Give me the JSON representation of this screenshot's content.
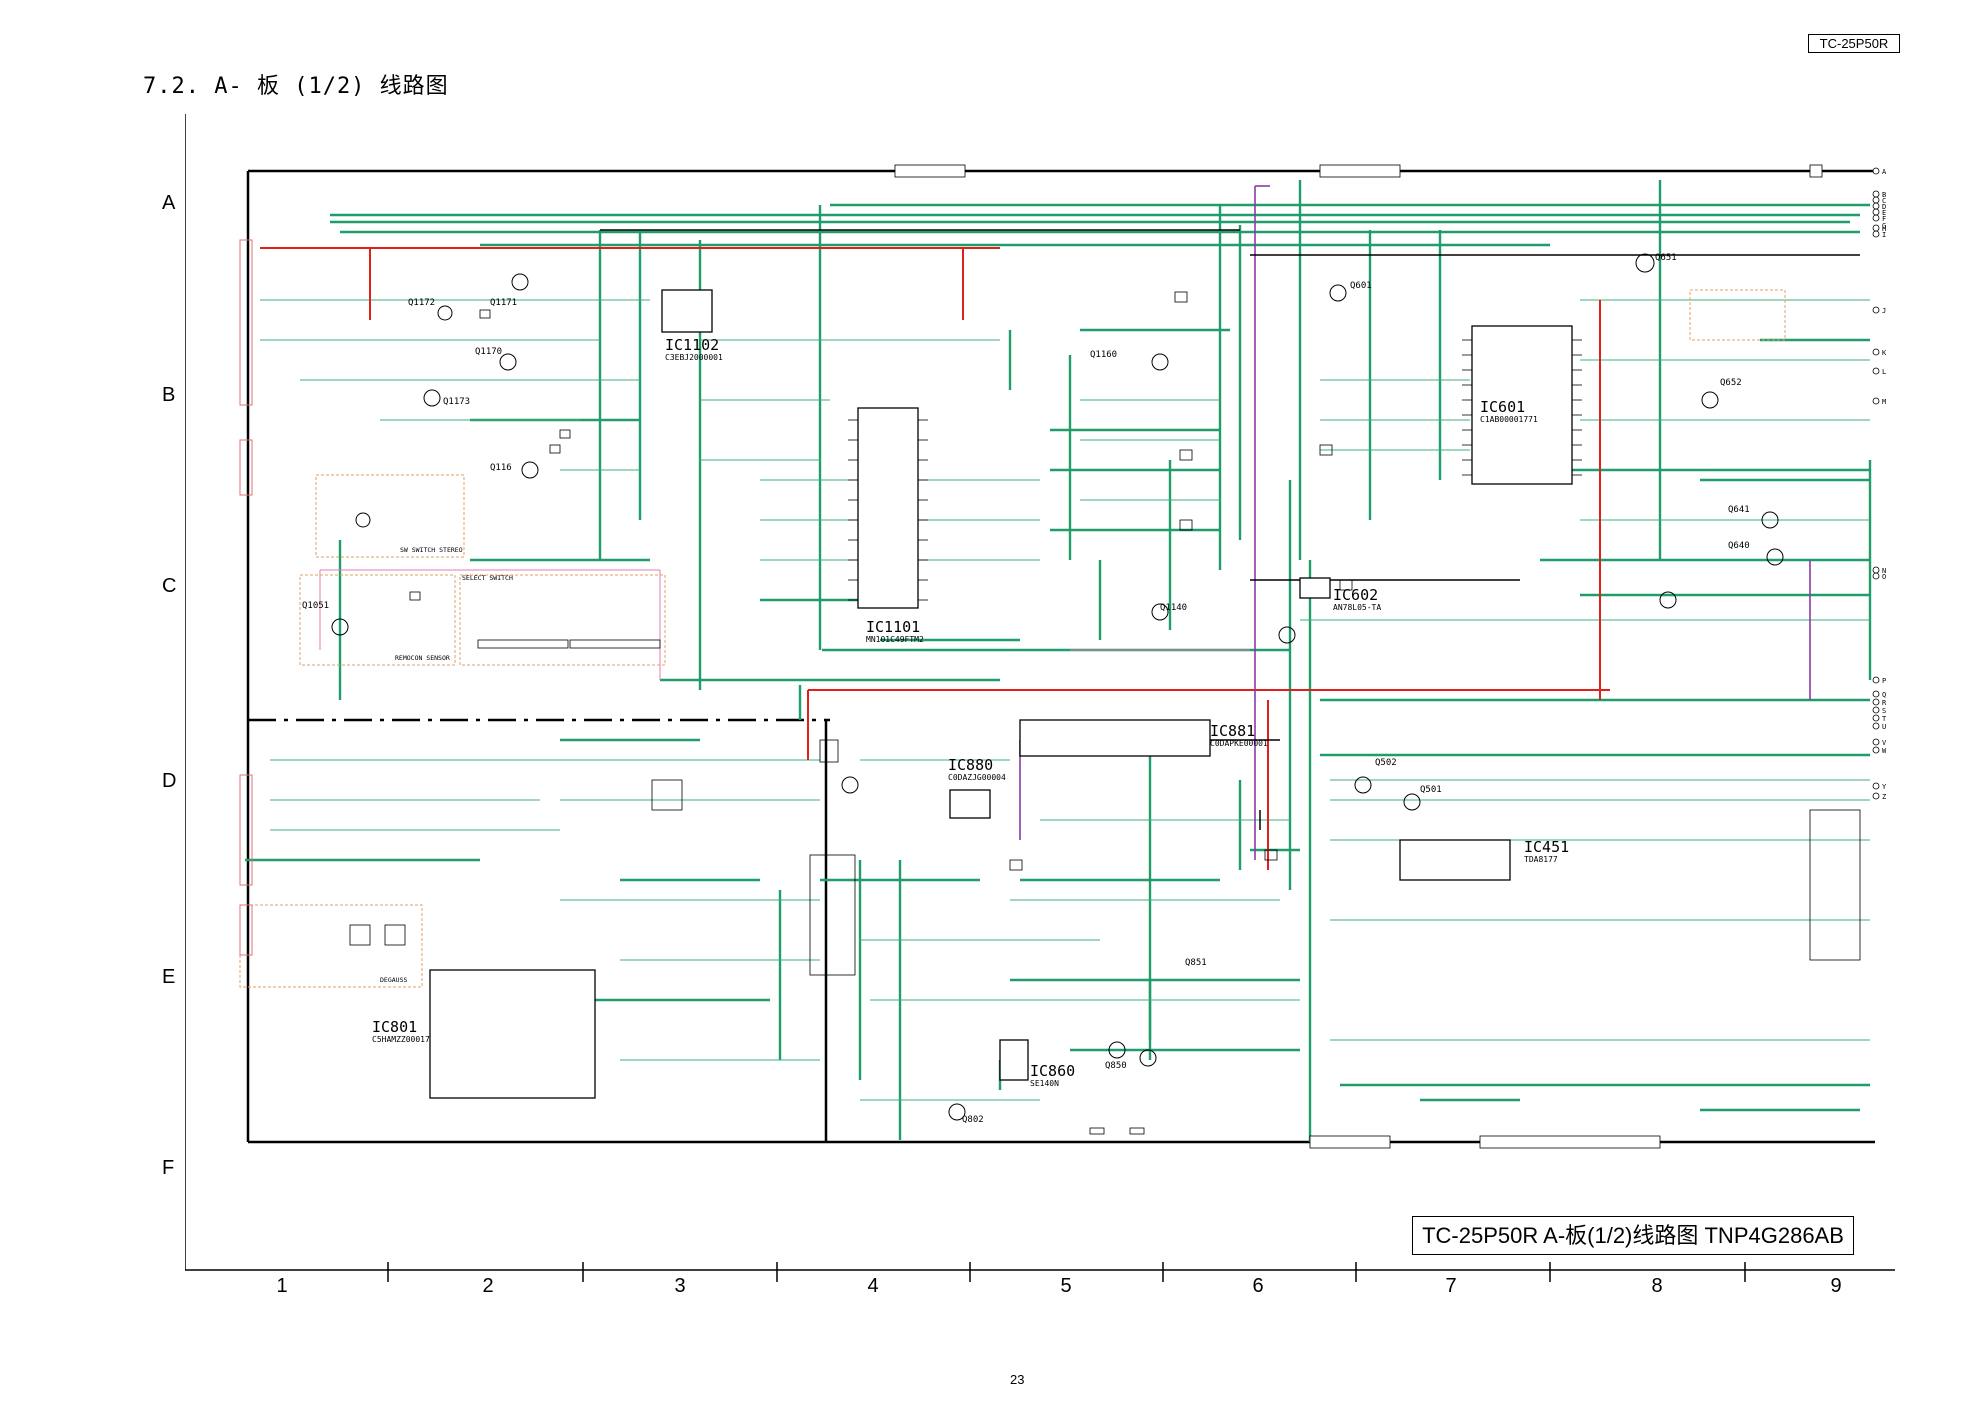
{
  "header": {
    "model_box": "TC-25P50R",
    "section_title": "7.2.   A- 板 (1/2) 线路图"
  },
  "grid": {
    "rows": [
      "A",
      "B",
      "C",
      "D",
      "E",
      "F"
    ],
    "columns": [
      "1",
      "2",
      "3",
      "4",
      "5",
      "6",
      "7",
      "8",
      "9"
    ]
  },
  "title_block": {
    "text": "TC-25P50R   A-板(1/2)线路图   TNP4G286AB"
  },
  "page_number": "23",
  "blocks": {
    "sw_switch_stereo": "SW SWITCH STEREO",
    "select_switch": "SELECT SWITCH",
    "remocon_sensor": "REMOCON SENSOR",
    "degauss": "DEGAUSS"
  },
  "ics": [
    {
      "id": "ic1102",
      "label": "IC1102",
      "part": "C3EBJ2000001"
    },
    {
      "id": "ic1101",
      "label": "IC1101",
      "part": "MN101C49FTM2"
    },
    {
      "id": "ic601",
      "label": "IC601",
      "part": "C1AB00001771"
    },
    {
      "id": "ic602",
      "label": "IC602",
      "part": "AN78L05-TA"
    },
    {
      "id": "ic881",
      "label": "IC881",
      "part": "C0DAPKE00001"
    },
    {
      "id": "ic880",
      "label": "IC880",
      "part": "C0DAZJG00004"
    },
    {
      "id": "ic451",
      "label": "IC451",
      "part": "TDA8177"
    },
    {
      "id": "ic801",
      "label": "IC801",
      "part": "C5HAMZZ00017"
    },
    {
      "id": "ic860",
      "label": "IC860",
      "part": "SE140N"
    }
  ],
  "transistors": [
    {
      "id": "q1172",
      "label": "Q1172"
    },
    {
      "id": "q1171",
      "label": "Q1171"
    },
    {
      "id": "q1170",
      "label": "Q1170"
    },
    {
      "id": "q1173",
      "label": "Q1173"
    },
    {
      "id": "q116",
      "label": "Q116"
    },
    {
      "id": "q1051",
      "label": "Q1051"
    },
    {
      "id": "q1160",
      "label": "Q1160"
    },
    {
      "id": "q1140",
      "label": "Q1140"
    },
    {
      "id": "q601",
      "label": "Q601"
    },
    {
      "id": "q651",
      "label": "Q651"
    },
    {
      "id": "q652",
      "label": "Q652"
    },
    {
      "id": "q641",
      "label": "Q641"
    },
    {
      "id": "q640",
      "label": "Q640"
    },
    {
      "id": "q502",
      "label": "Q502"
    },
    {
      "id": "q501",
      "label": "Q501"
    },
    {
      "id": "q850",
      "label": "Q850"
    },
    {
      "id": "q851",
      "label": "Q851"
    },
    {
      "id": "q802",
      "label": "Q802"
    }
  ],
  "right_connectors": [
    "A",
    "B",
    "C",
    "D",
    "E",
    "F",
    "G",
    "H",
    "I",
    "J",
    "K",
    "L",
    "M",
    "N",
    "O",
    "P",
    "Q",
    "R",
    "S",
    "T",
    "U",
    "V",
    "W",
    "Y",
    "Z"
  ]
}
